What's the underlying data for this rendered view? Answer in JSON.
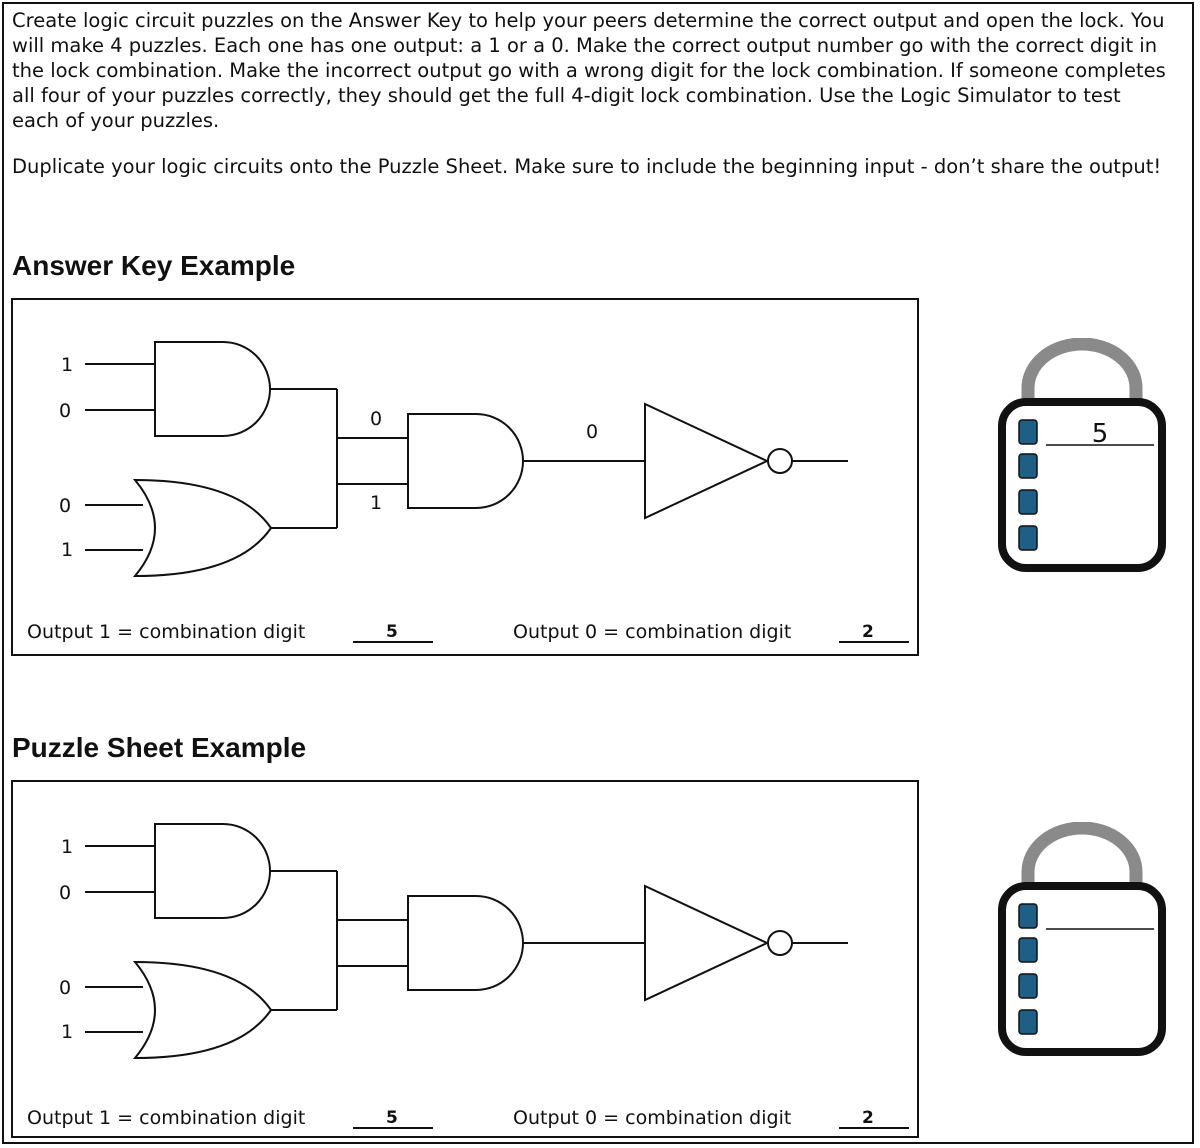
{
  "instructions": {
    "paragraph1": "Create logic circuit puzzles on the Answer Key to help your peers determine the correct output and open the lock. You will make 4 puzzles. Each one has one output: a 1 or a 0. Make the correct output number go with the correct digit in the lock combination. Make the incorrect output go with a wrong digit for the lock combination. If someone completes all four of your puzzles correctly, they should get the full 4-digit lock combination. Use the Logic Simulator  to test each of your puzzles.",
    "paragraph2": "Duplicate your logic circuits onto the Puzzle Sheet. Make sure to include the beginning input - don’t share the output!"
  },
  "answer_key": {
    "heading": "Answer Key Example",
    "inputs": [
      "1",
      "0",
      "0",
      "1"
    ],
    "intermediate_top": "0",
    "intermediate_bottom": "1",
    "final_and_output": "0",
    "output1_label": "Output 1 = combination digit",
    "output1_digit": "5",
    "output0_label": "Output 0 = combination digit",
    "output0_digit": "2",
    "lock_digit": "5"
  },
  "puzzle_sheet": {
    "heading": "Puzzle Sheet Example",
    "inputs": [
      "1",
      "0",
      "0",
      "1"
    ],
    "output1_label": "Output 1 = combination digit",
    "output1_digit": "5",
    "output0_label": "Output 0 = combination digit",
    "output0_digit": "2",
    "lock_digit": ""
  },
  "colors": {
    "lock_shackle": "#8a8a8a",
    "lock_body_border": "#111111",
    "lock_slot": "#1f5f86"
  },
  "icons": [
    "and-gate-icon",
    "or-gate-icon",
    "not-gate-icon",
    "padlock-icon"
  ]
}
